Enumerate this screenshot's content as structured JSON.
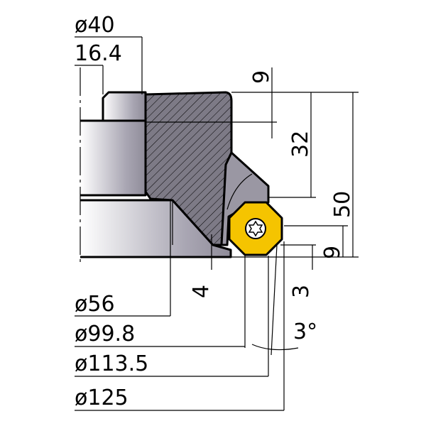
{
  "colors": {
    "insert": "#f5c400",
    "body": "#8f8c99",
    "hatch_fill": "#7d7a86",
    "line": "#000000"
  },
  "dimensions": {
    "d_bore": "ø40",
    "keyway": "16.4",
    "top_step": "9",
    "body_height": "32",
    "total_height": "50",
    "insert_height": "9",
    "insert_offset": "3",
    "bottom_step": "4",
    "d_flange": "ø56",
    "d_inner": "ø99.8",
    "d_mid": "ø113.5",
    "d_outer": "ø125",
    "angle": "3°"
  }
}
